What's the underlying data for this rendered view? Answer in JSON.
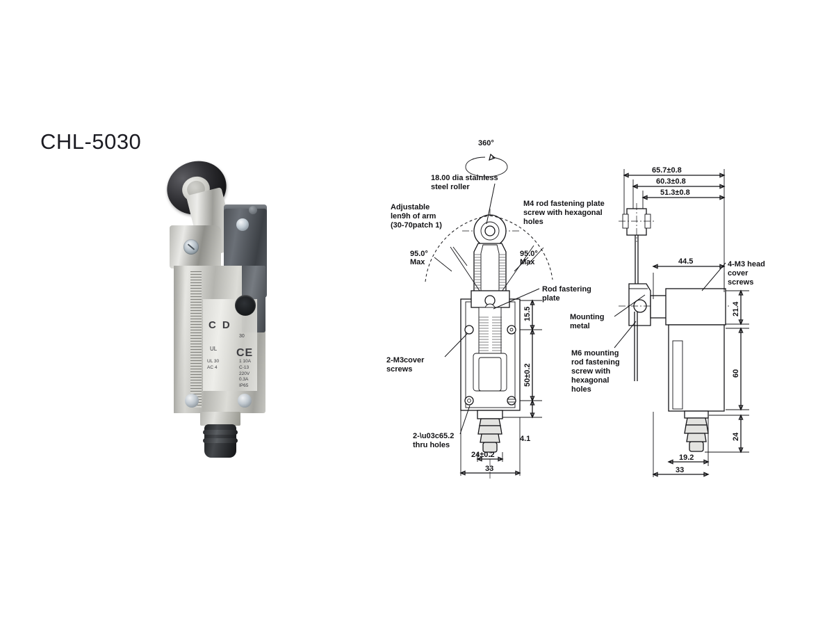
{
  "product": {
    "title": "CHL-5030"
  },
  "photo": {
    "label": {
      "brand": "CD",
      "model": "30",
      "cert_ce": "CE",
      "cert_ul": "UL",
      "specs_left": "UL 30\nAC 4",
      "specs_right": "1 10A\nC-13\n220V\n0.3A\nIP65"
    }
  },
  "front_view": {
    "callouts": {
      "rotation": "360°",
      "roller": "18.00 dia stainless\nsteel roller",
      "adjustable_arm": "Adjustable\nlen9h of arm\n(30-70patch 1)",
      "m4_screw": "M4 rod fastening plate\nscrew with hexagonal\nholes",
      "angle_left": "95.0°\nMax",
      "angle_right": "95.0°\nMax",
      "rod_plate": "Rod fastering\nplate",
      "cover_screws": "2-M3cover\nscrews",
      "thru_holes": "2-φ5.2\nthru holes"
    },
    "dimensions": {
      "d_15_5": "15.5",
      "d_50": "50±0.2",
      "d_4_1": "4.1",
      "d_24": "24±0.2",
      "d_33": "33"
    }
  },
  "side_view": {
    "callouts": {
      "head_screws": "4-M3 head\ncover\nscrews",
      "mounting_metal": "Mounting\nmetal",
      "m6_screw": "M6 mounting\nrod fastening\nscrew with\nhexagonal\nholes"
    },
    "dimensions": {
      "d_65_7": "65.7±0.8",
      "d_60_3": "60.3±0.8",
      "d_51_3": "51.3±0.8",
      "d_44_5": "44.5",
      "d_21_4": "21.4",
      "d_60": "60",
      "d_24": "24",
      "d_19_2": "19.2",
      "d_33": "33"
    }
  },
  "colors": {
    "line": "#131316",
    "background": "#ffffff"
  }
}
